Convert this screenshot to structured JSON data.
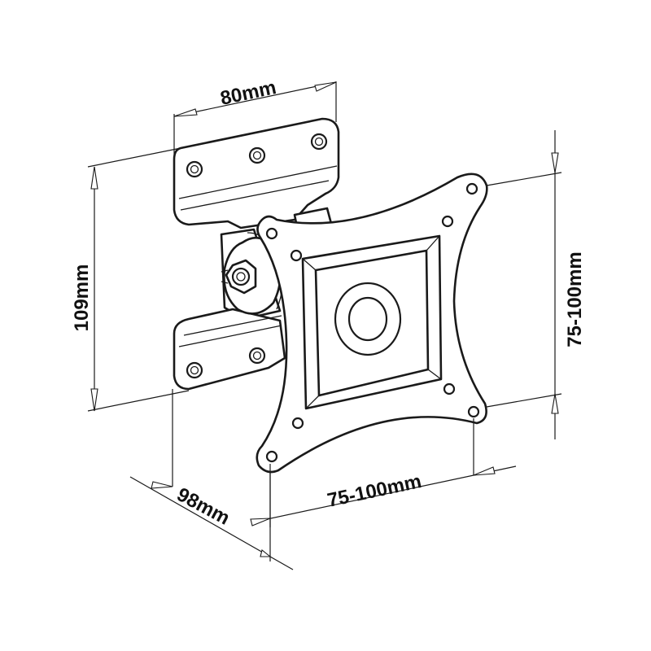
{
  "dimensions": {
    "top_width": "80mm",
    "left_height": "109mm",
    "right_height": "75-100mm",
    "bottom_width": "75-100mm",
    "depth": "98mm"
  },
  "colors": {
    "line": "#1a1a1a",
    "background": "#ffffff"
  }
}
